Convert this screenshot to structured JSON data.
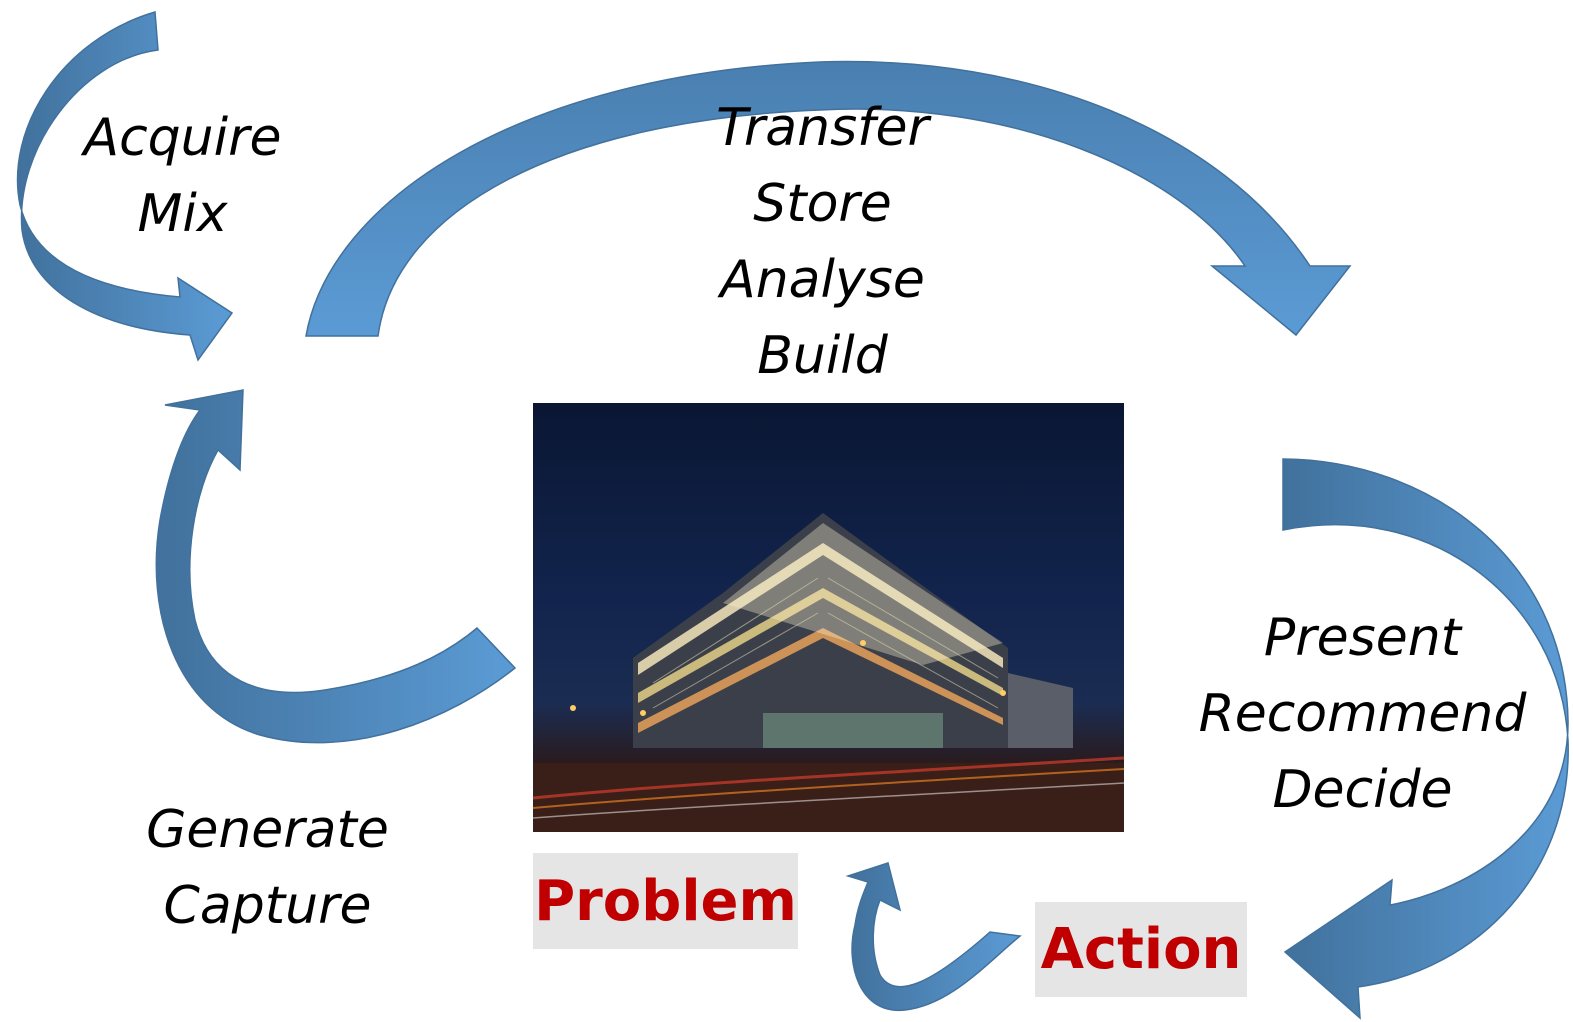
{
  "diagram": {
    "steps": {
      "acquire_mix": [
        "Acquire",
        "Mix"
      ],
      "transfer_build": [
        "Transfer",
        "Store",
        "Analyse",
        "Build"
      ],
      "present_decide": [
        "Present",
        "Recommend",
        "Decide"
      ],
      "generate_capture": [
        "Generate",
        "Capture"
      ]
    },
    "labels": {
      "problem": "Problem",
      "action": "Action"
    },
    "colors": {
      "arrow_light": "#5b9bd5",
      "arrow_dark": "#41719c",
      "label_text": "#c00000",
      "label_bg": "#e5e5e5"
    }
  }
}
